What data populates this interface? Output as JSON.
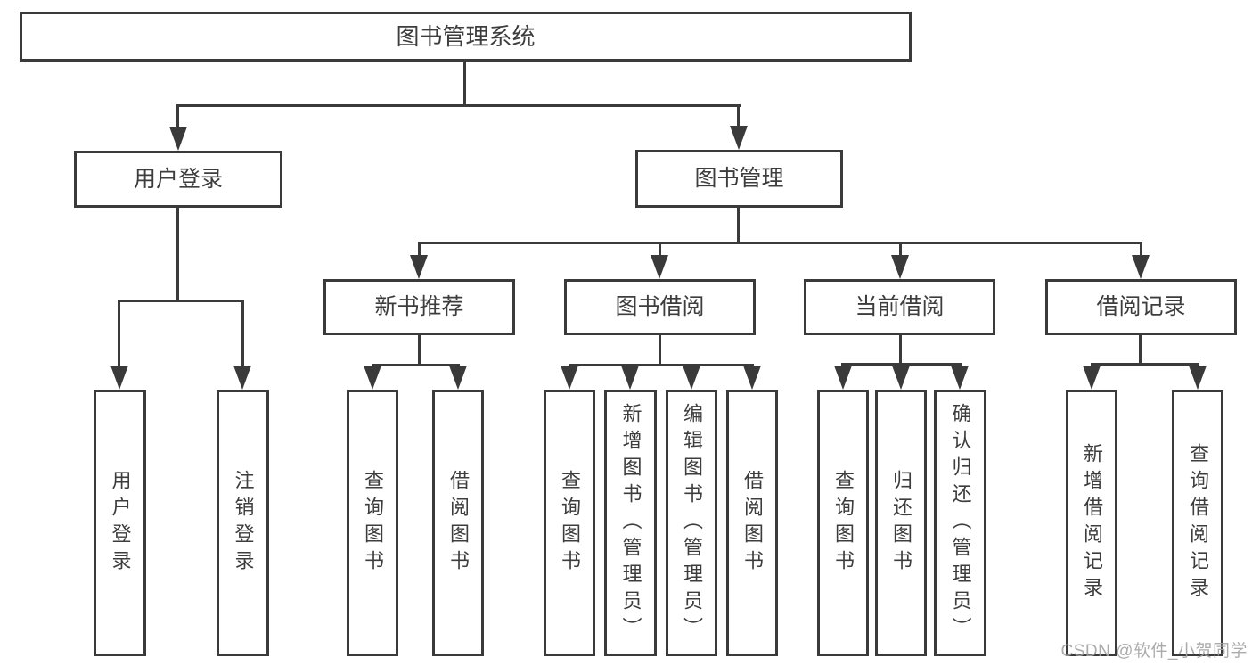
{
  "diagram": {
    "nodes": {
      "root": "图书管理系统",
      "user_login": "用户登录",
      "book_management": "图书管理",
      "new_book_recommend": "新书推荐",
      "book_borrowing": "图书借阅",
      "current_borrowing": "当前借阅",
      "borrowing_records": "借阅记录",
      "leaf_user_login": "用户登录",
      "leaf_logout": "注销登录",
      "leaf_query_book_a": "查询图书",
      "leaf_borrow_book_a": "借阅图书",
      "leaf_query_book_b": "查询图书",
      "leaf_add_book": "新增图书（管理员）",
      "leaf_edit_book": "编辑图书（管理员）",
      "leaf_borrow_book_b": "借阅图书",
      "leaf_query_book_c": "查询图书",
      "leaf_return_book": "归还图书",
      "leaf_confirm_return": "确认归还（管理员）",
      "leaf_add_record": "新增借阅记录",
      "leaf_query_record": "查询借阅记录"
    }
  },
  "watermark": {
    "text": "CSDN @软件_小贺同学"
  },
  "colors": {
    "line": "#3a3a3a",
    "text": "#3d3d3d",
    "watermark": "#a3a3a3",
    "background": "#ffffff"
  }
}
